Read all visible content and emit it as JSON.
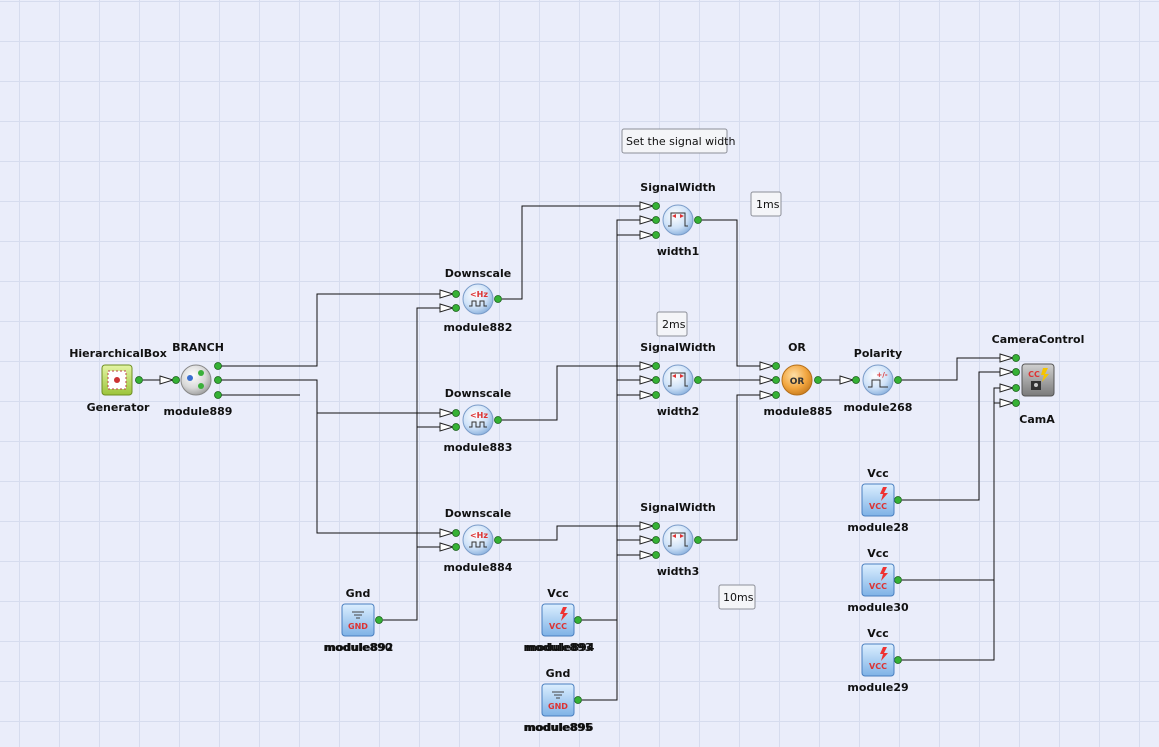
{
  "notes": {
    "signal_width": "Set the signal width",
    "n1ms": "1ms",
    "n2ms": "2ms",
    "n10ms": "10ms"
  },
  "modules": {
    "generator": {
      "type": "HierarchicalBox",
      "name": "Generator"
    },
    "branch": {
      "type": "BRANCH",
      "name": "module889"
    },
    "ds882": {
      "type": "Downscale",
      "name": "module882",
      "icon_text": "<Hz"
    },
    "ds883": {
      "type": "Downscale",
      "name": "module883",
      "icon_text": "<Hz"
    },
    "ds884": {
      "type": "Downscale",
      "name": "module884",
      "icon_text": "<Hz"
    },
    "gnd_left": {
      "type": "Gnd",
      "name": "module892",
      "name_overlap": "module890",
      "icon_text": "GND"
    },
    "vcc_mid": {
      "type": "Vcc",
      "name": "module894",
      "name_overlap": "module893",
      "icon_text": "VCC"
    },
    "gnd_mid": {
      "type": "Gnd",
      "name": "module896",
      "name_overlap": "module895",
      "icon_text": "GND"
    },
    "width1": {
      "type": "SignalWidth",
      "name": "width1"
    },
    "width2": {
      "type": "SignalWidth",
      "name": "width2"
    },
    "width3": {
      "type": "SignalWidth",
      "name": "width3"
    },
    "or": {
      "type": "OR",
      "name": "module885",
      "icon_text": "OR"
    },
    "polarity": {
      "type": "Polarity",
      "name": "module268",
      "icon_text": "+/-"
    },
    "camera": {
      "type": "CameraControl",
      "name": "CamA",
      "icon_text": "CC"
    },
    "vcc28": {
      "type": "Vcc",
      "name": "module28",
      "icon_text": "VCC"
    },
    "vcc30": {
      "type": "Vcc",
      "name": "module30",
      "icon_text": "VCC"
    },
    "vcc29": {
      "type": "Vcc",
      "name": "module29",
      "icon_text": "VCC"
    }
  },
  "colors": {
    "canvas": "#eaedfa",
    "grid": "#d6dcee",
    "port": "#35b135",
    "or_node": "#f2a640",
    "generator": "#b8d84a",
    "vcc_gnd": "#4a90d9",
    "camera": "#8a8a8a"
  }
}
